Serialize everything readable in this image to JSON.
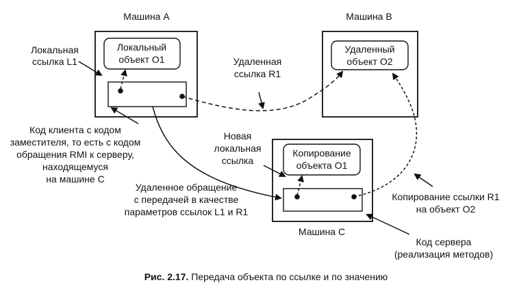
{
  "machines": {
    "a": {
      "label": "Машина A",
      "object": {
        "line1": "Локальный",
        "line2": "объект O1"
      }
    },
    "b": {
      "label": "Машина B",
      "object": {
        "line1": "Удаленный",
        "line2": "объект O2"
      }
    },
    "c": {
      "label": "Машина C",
      "object": {
        "line1": "Копирование",
        "line2": "объекта O1"
      }
    }
  },
  "annotations": {
    "local_ref_l1": [
      "Локальная",
      "ссылка L1"
    ],
    "remote_ref_r1": [
      "Удаленная",
      "ссылка R1"
    ],
    "client_code": [
      "Код клиента с кодом",
      "заместителя, то есть с кодом",
      "обращения RMI к серверу,",
      "находящемуся",
      "на машине C"
    ],
    "new_local_ref": [
      "Новая",
      "локальная",
      "ссылка"
    ],
    "remote_call": [
      "Удаленное обращение",
      "с передачей в качестве",
      "параметров ссылок L1 и R1"
    ],
    "copy_ref": [
      "Копирование ссылки R1",
      "на объект O2"
    ],
    "server_code": [
      "Код сервера",
      "(реализация методов)"
    ]
  },
  "caption": {
    "label": "Рис. 2.17.",
    "text": " Передача объекта по ссылке и по значению"
  }
}
